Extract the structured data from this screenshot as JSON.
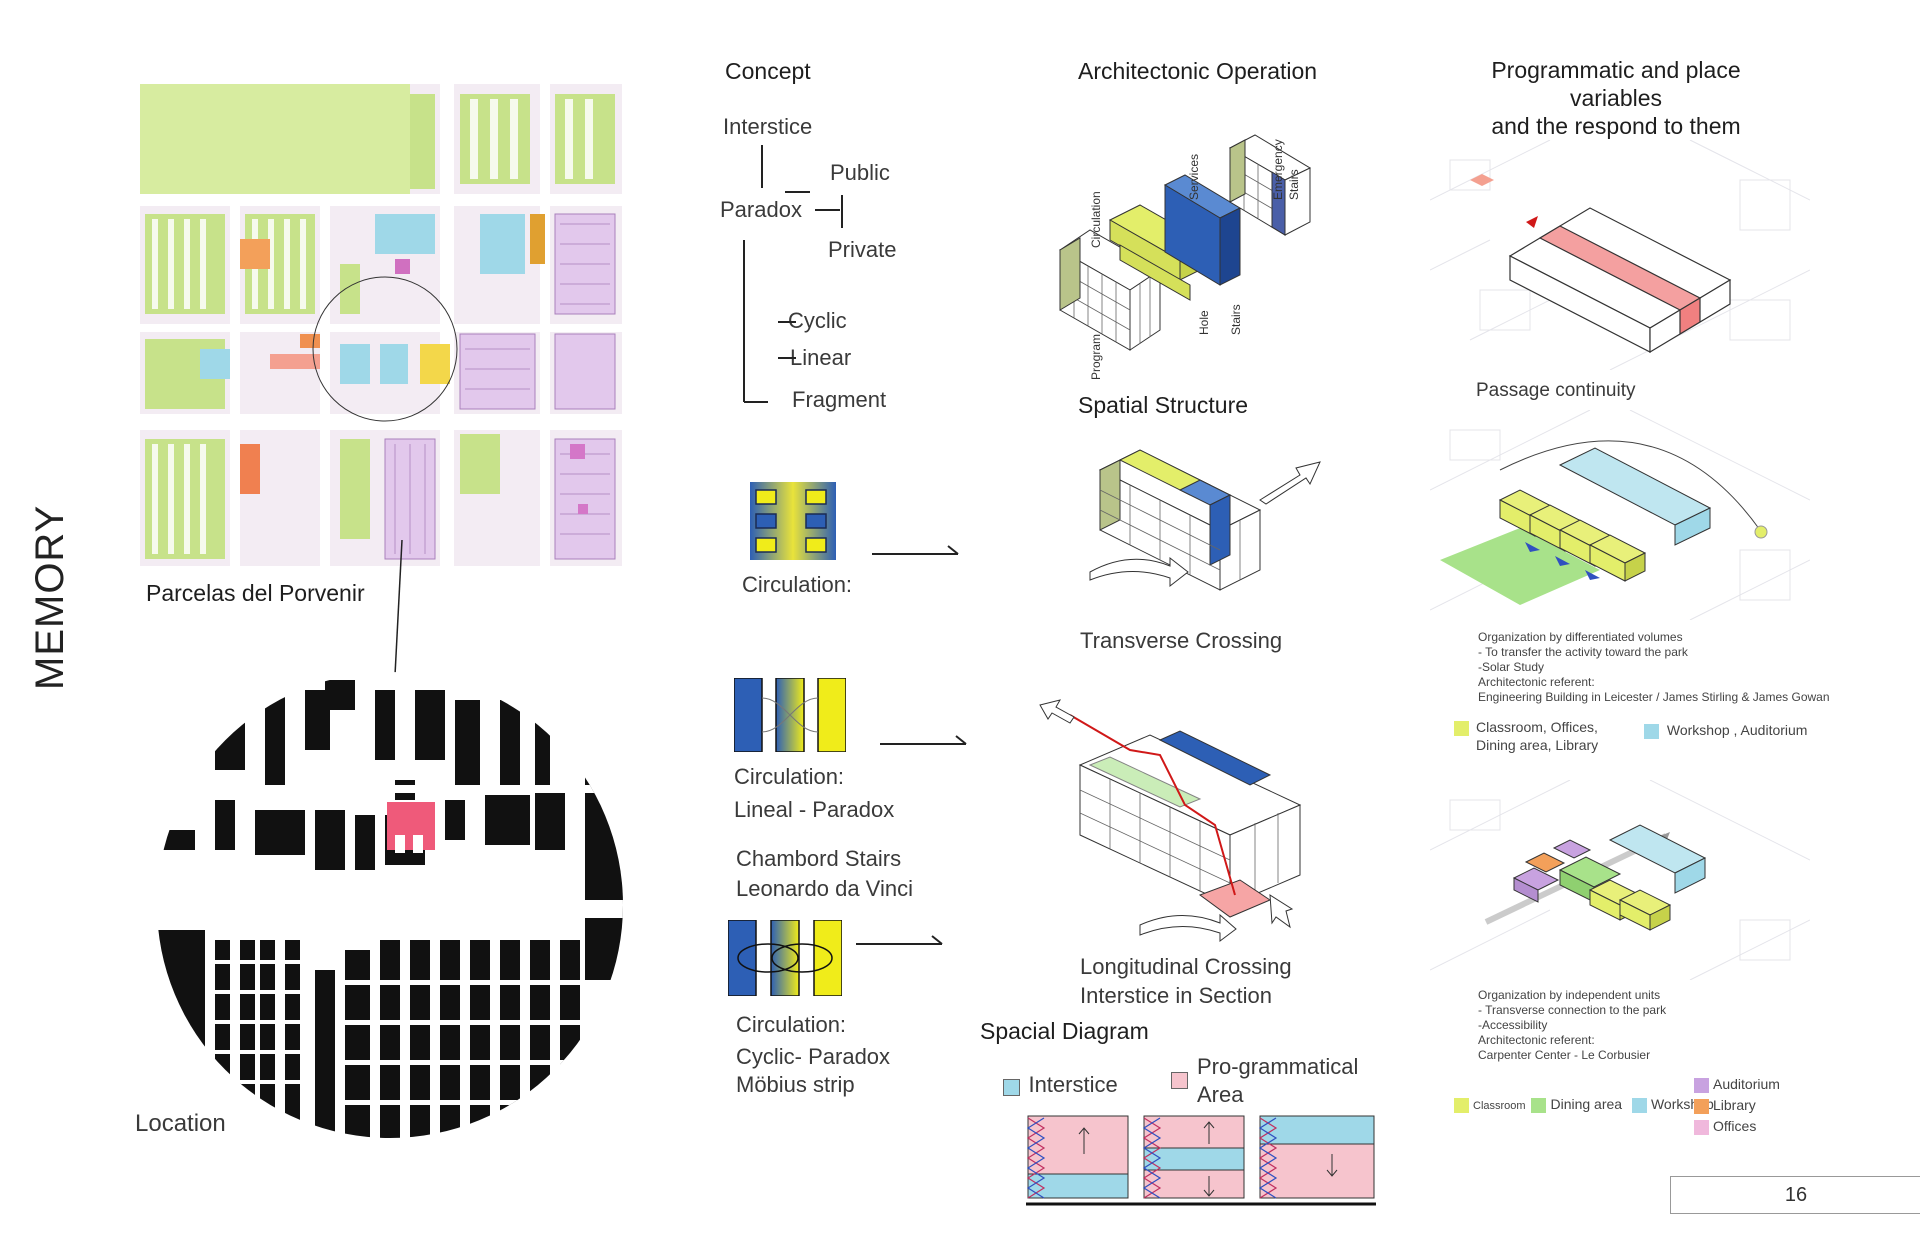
{
  "memory_label": "MEMORY",
  "map_caption": "Parcelas del Porvenir",
  "location_caption": "Location",
  "concept": {
    "heading": "Concept",
    "interstice": "Interstice",
    "paradox": "Paradox",
    "public": "Public",
    "private": "Private",
    "cyclic": "Cyclic",
    "linear": "Linear",
    "fragment": "Fragment"
  },
  "circulation": {
    "c1": "Circulation:",
    "c2_line1": "Circulation:",
    "c2_line2": "Lineal - Paradox",
    "chambord_line1": "Chambord Stairs",
    "chambord_line2": "Leonardo da Vinci",
    "c3_line1": "Circulation:",
    "c3_line2": "Cyclic- Paradox",
    "c3_line3": "Möbius strip"
  },
  "architectonic": {
    "heading": "Architectonic Operation",
    "labels": [
      "Circulation",
      "Services",
      "Emergency",
      "Stairs",
      "Program",
      "Hole",
      "Stairs"
    ]
  },
  "spatial": {
    "heading": "Spatial Structure",
    "transverse": "Transverse Crossing",
    "longitudinal_line1": "Longitudinal Crossing",
    "longitudinal_line2": "Interstice in Section"
  },
  "spacial_diagram": {
    "heading": "Spacial Diagram",
    "interstice": "Interstice",
    "program_line1": "Pro-grammatical",
    "program_line2": "Area"
  },
  "programmatic": {
    "heading_line1": "Programmatic and place variables",
    "heading_line2": "and the respond to them",
    "passage": "Passage continuity",
    "notes1": [
      "Organization by differentiated volumes",
      "- To transfer the activity toward the park",
      "-Solar Study",
      "Architectonic referent:",
      "Engineering Building in Leicester / James Stirling & James Gowan"
    ],
    "legend1_a_line1": "Classroom, Offices,",
    "legend1_a_line2": "Dining area, Library",
    "legend1_b": "Workshop , Auditorium",
    "notes2": [
      "Organization by independent units",
      "- Transverse connection to the park",
      "-Accessibility",
      "Architectonic referent:",
      "Carpenter Center - Le Corbusier"
    ],
    "legend2": {
      "classroom": "Classroom",
      "dining": "Dining area",
      "workshop": "Workshop",
      "auditorium": "Auditorium",
      "library": "Library",
      "offices": "Offices"
    }
  },
  "page_number": "16",
  "colors": {
    "yellow": "#f0ec1a",
    "blue": "#2d5fb5",
    "light_yellow": "#e3ee6a",
    "light_blue": "#9fd8e8",
    "pink": "#f6c4cd",
    "salmon": "#f4a090",
    "green": "#a8e28a",
    "purple": "#c8a2e0",
    "orange": "#f3a05a",
    "magenta_site": "#ef5a7a",
    "olive": "#b9c48a"
  }
}
